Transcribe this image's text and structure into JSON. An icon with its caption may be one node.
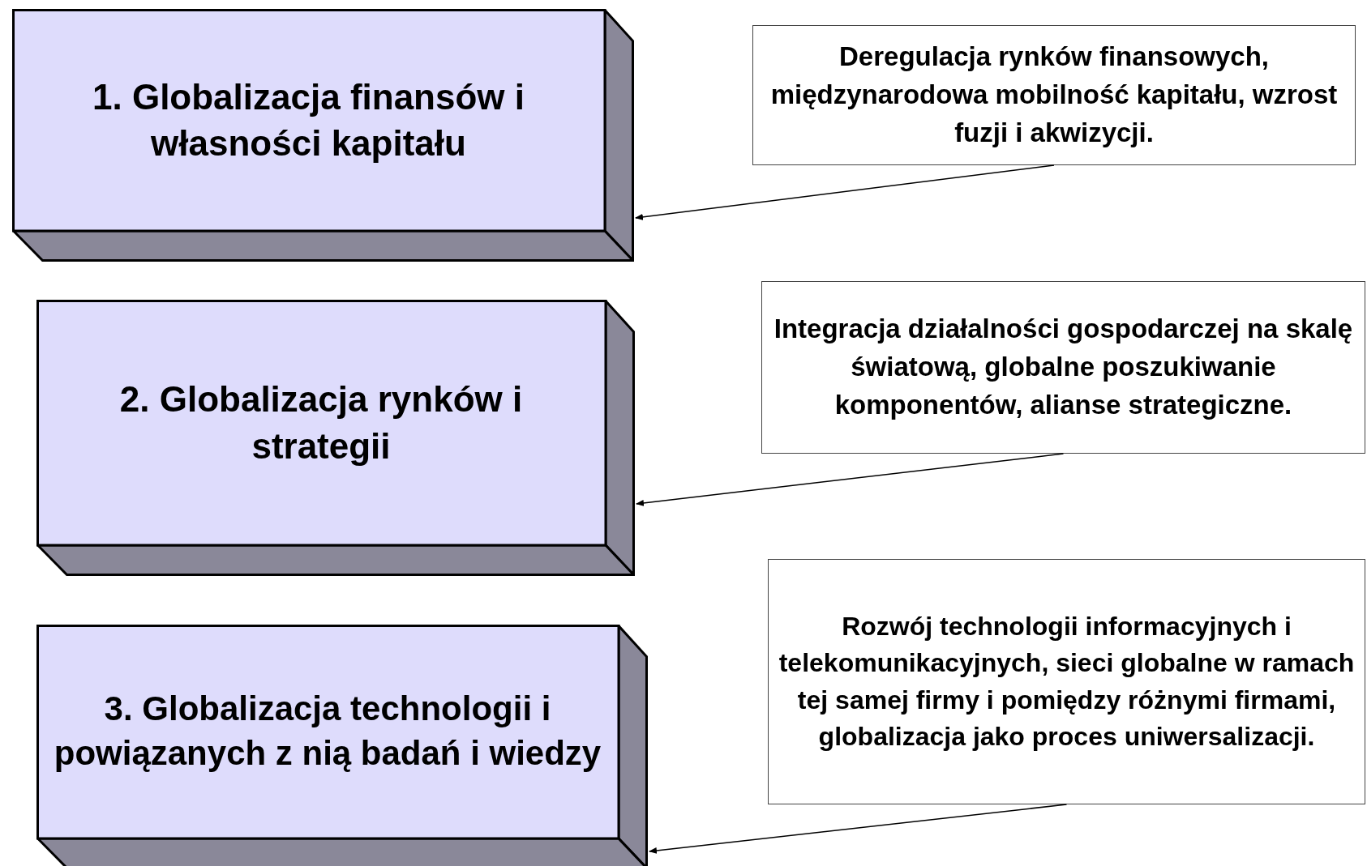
{
  "diagram": {
    "nodes": [
      {
        "text": [
          "1. Globalizacja finansów i własności kapitału"
        ]
      },
      {
        "text": [
          "2. Globalizacja rynków i strategii"
        ]
      },
      {
        "text": [
          "3. Globalizacja technologii i powiązanych z nią badań i wiedzy"
        ]
      },
      {
        "text": [
          "Deregulacja rynków finansowych, międzynarodowa mobilność kapitału, wzrost fuzji i akwizycji."
        ]
      },
      {
        "text": [
          "Integracja działalności gospodarczej na skalę światową, globalne poszukiwanie komponentów, alianse strategiczne."
        ]
      },
      {
        "text": [
          "Rozwój technologii informacyjnych i telekomunikacyjnych, sieci globalne w ramach tej samej firmy i pomiędzy różnymi firmami, globalizacja jako proces uniwersalizacji."
        ]
      }
    ],
    "edges": [
      {
        "from": 3,
        "to": 0,
        "arrow": "to"
      },
      {
        "from": 4,
        "to": 1,
        "arrow": "to"
      },
      {
        "from": 5,
        "to": 2,
        "arrow": "to"
      }
    ]
  }
}
